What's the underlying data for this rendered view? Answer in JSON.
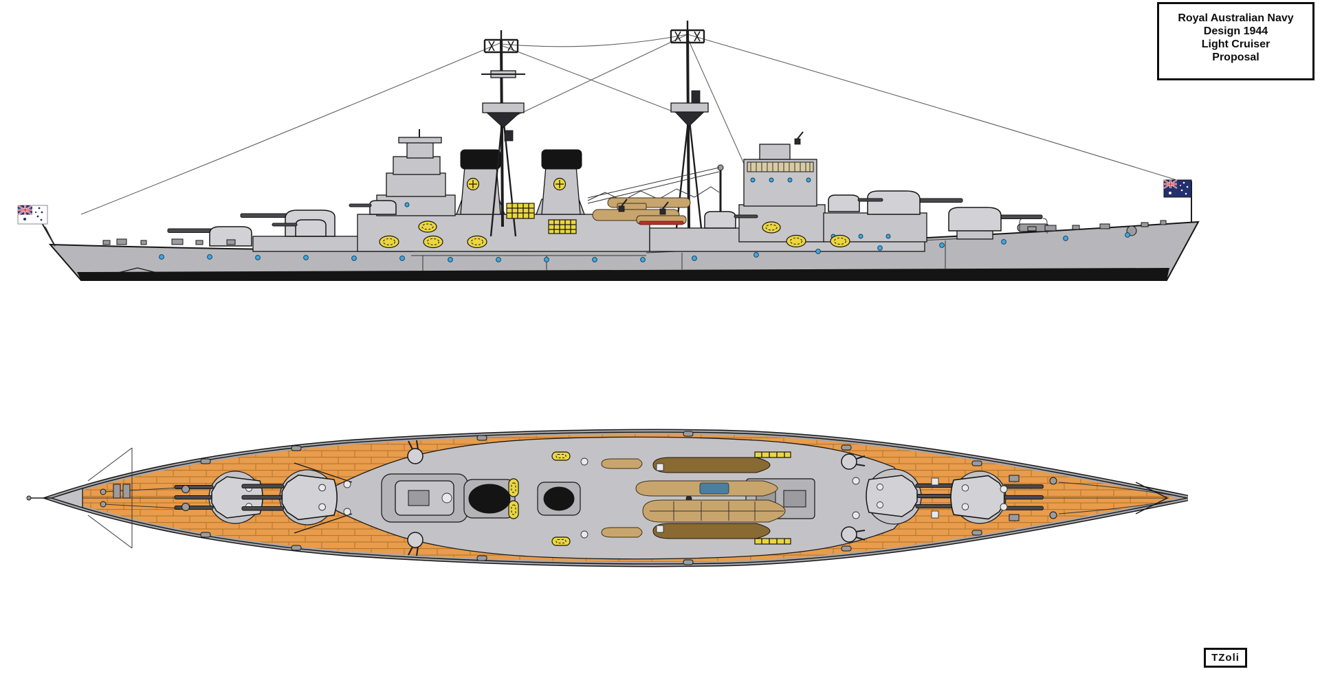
{
  "title_box": {
    "lines": [
      "Royal Australian Navy",
      "Design 1944",
      "Light Cruiser",
      "Proposal"
    ]
  },
  "signature": {
    "text": "TZoli"
  },
  "icons": {
    "bow_flag": "australian-white-ensign",
    "stern_flag": "australian-national-flag"
  },
  "palette": {
    "hull_gray": "#b7b7bb",
    "superstructure_gray": "#c6c6ca",
    "turret_gray": "#d2d2d6",
    "deck_plank": "#e89c4c",
    "deck_plank_line": "#b5762b",
    "deck_steel_gray": "#c3c3c7",
    "funnel_cap_black": "#141414",
    "boot_black": "#141414",
    "liferaft_yellow": "#ecd63f",
    "porthole_blue": "#3fa7e0",
    "boat_tan": "#c9a56e",
    "boat_brown": "#8a6a33",
    "boat_blue": "#4c7e9e",
    "accent_red": "#b23226",
    "flag_navy": "#23306e",
    "flag_red": "#cf2b36",
    "rigging_gray": "#606060",
    "window_tan": "#d9cca4"
  }
}
